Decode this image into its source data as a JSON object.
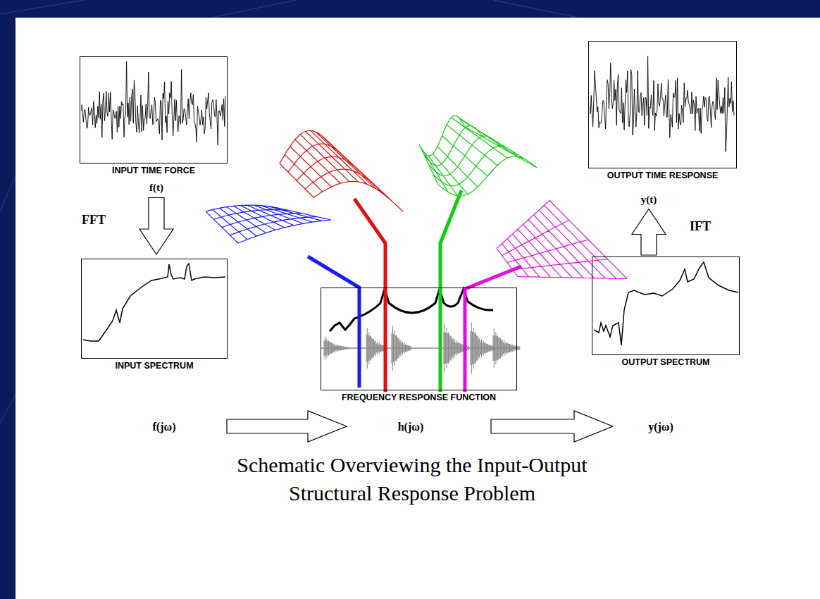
{
  "diagram": {
    "caption": "Schematic Overviewing the Input-Output Structural Response Problem",
    "nodes": [
      {
        "text": [
          "INPUT TIME FORCE"
        ]
      },
      {
        "text": [
          "INPUT SPECTRUM"
        ]
      },
      {
        "text": [
          "FREQUENCY RESPONSE FUNCTION"
        ]
      },
      {
        "text": [
          "OUTPUT SPECTRUM"
        ]
      },
      {
        "text": [
          "OUTPUT TIME RESPONSE"
        ]
      }
    ],
    "edges": [
      {
        "from": 0,
        "to": 1,
        "arrow": "to",
        "label": "FFT"
      },
      {
        "from": 3,
        "to": 4,
        "arrow": "to",
        "label": "IFT"
      }
    ],
    "labels": [
      "f(t)",
      "y(t)",
      "f(jω)",
      "h(jω)",
      "y(jω)"
    ]
  }
}
